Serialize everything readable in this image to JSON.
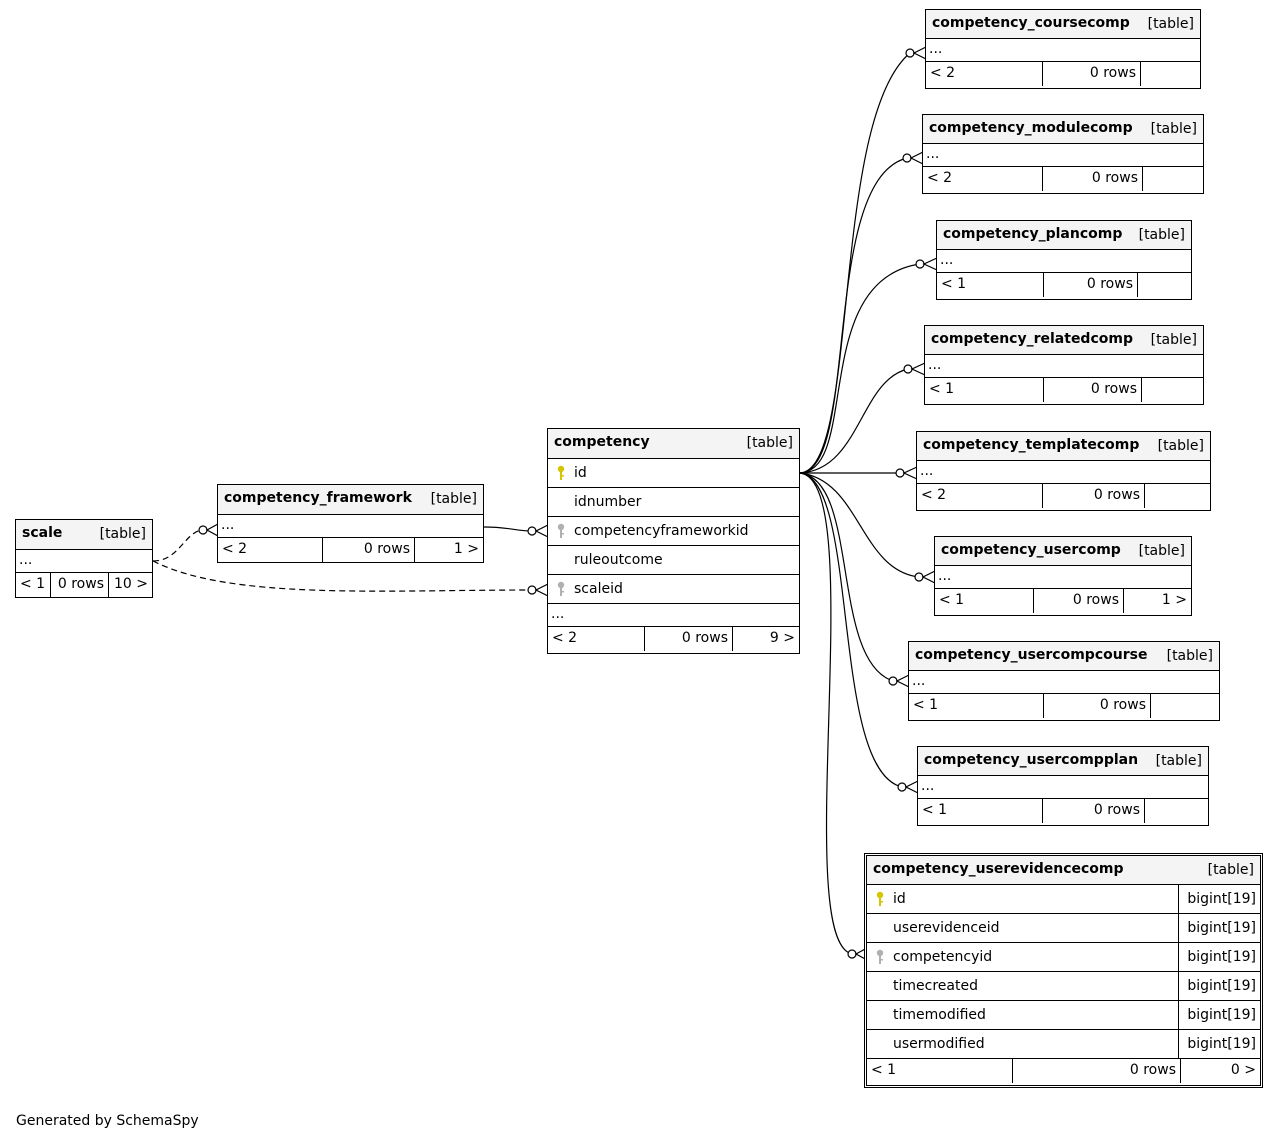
{
  "generated_by": "Generated by SchemaSpy",
  "ellipsis": "...",
  "tables": {
    "scale": {
      "name": "scale",
      "kind": "[table]",
      "footer": [
        "< 1",
        "0 rows",
        "10 >"
      ]
    },
    "competency_framework": {
      "name": "competency_framework",
      "kind": "[table]",
      "footer": [
        "< 2",
        "0 rows",
        "1 >"
      ]
    },
    "competency": {
      "name": "competency",
      "kind": "[table]",
      "columns": [
        "id",
        "idnumber",
        "competencyframeworkid",
        "ruleoutcome",
        "scaleid"
      ],
      "footer": [
        "< 2",
        "0 rows",
        "9 >"
      ]
    },
    "competency_coursecomp": {
      "name": "competency_coursecomp",
      "kind": "[table]",
      "footer": [
        "< 2",
        "0 rows",
        ""
      ]
    },
    "competency_modulecomp": {
      "name": "competency_modulecomp",
      "kind": "[table]",
      "footer": [
        "< 2",
        "0 rows",
        ""
      ]
    },
    "competency_plancomp": {
      "name": "competency_plancomp",
      "kind": "[table]",
      "footer": [
        "< 1",
        "0 rows",
        ""
      ]
    },
    "competency_relatedcomp": {
      "name": "competency_relatedcomp",
      "kind": "[table]",
      "footer": [
        "< 1",
        "0 rows",
        ""
      ]
    },
    "competency_templatecomp": {
      "name": "competency_templatecomp",
      "kind": "[table]",
      "footer": [
        "< 2",
        "0 rows",
        ""
      ]
    },
    "competency_usercomp": {
      "name": "competency_usercomp",
      "kind": "[table]",
      "footer": [
        "< 1",
        "0 rows",
        "1 >"
      ]
    },
    "competency_usercompcourse": {
      "name": "competency_usercompcourse",
      "kind": "[table]",
      "footer": [
        "< 1",
        "0 rows",
        ""
      ]
    },
    "competency_usercompplan": {
      "name": "competency_usercompplan",
      "kind": "[table]",
      "footer": [
        "< 1",
        "0 rows",
        ""
      ]
    },
    "competency_userevidencecomp": {
      "name": "competency_userevidencecomp",
      "kind": "[table]",
      "columns": [
        {
          "name": "id",
          "type": "bigint[19]"
        },
        {
          "name": "userevidenceid",
          "type": "bigint[19]"
        },
        {
          "name": "competencyid",
          "type": "bigint[19]"
        },
        {
          "name": "timecreated",
          "type": "bigint[19]"
        },
        {
          "name": "timemodified",
          "type": "bigint[19]"
        },
        {
          "name": "usermodified",
          "type": "bigint[19]"
        }
      ],
      "footer": [
        "< 1",
        "0 rows",
        "0 >"
      ]
    }
  },
  "colors": {
    "primary_key": "#d4c500",
    "foreign_key": "#b0b0b0",
    "header_bg": "#f4f4f4"
  },
  "icons": {
    "primary_key": "key-icon",
    "foreign_key": "key-icon"
  }
}
